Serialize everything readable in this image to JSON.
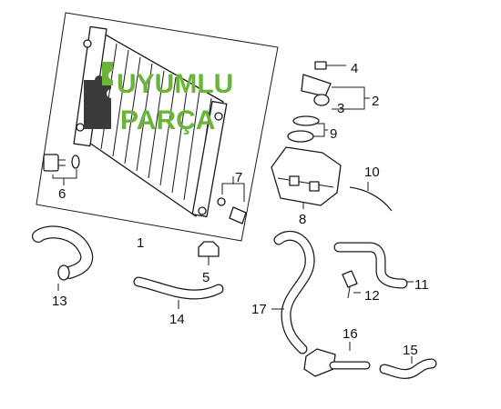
{
  "logo": {
    "line1": "UYUMLU",
    "line2": "PARÇA",
    "colors": {
      "green": "#6ab43a",
      "dark": "#3a3a3a"
    }
  },
  "callouts": [
    "1",
    "2",
    "3",
    "4",
    "5",
    "6",
    "7",
    "8",
    "9",
    "10",
    "11",
    "12",
    "13",
    "14",
    "15",
    "16",
    "17"
  ]
}
